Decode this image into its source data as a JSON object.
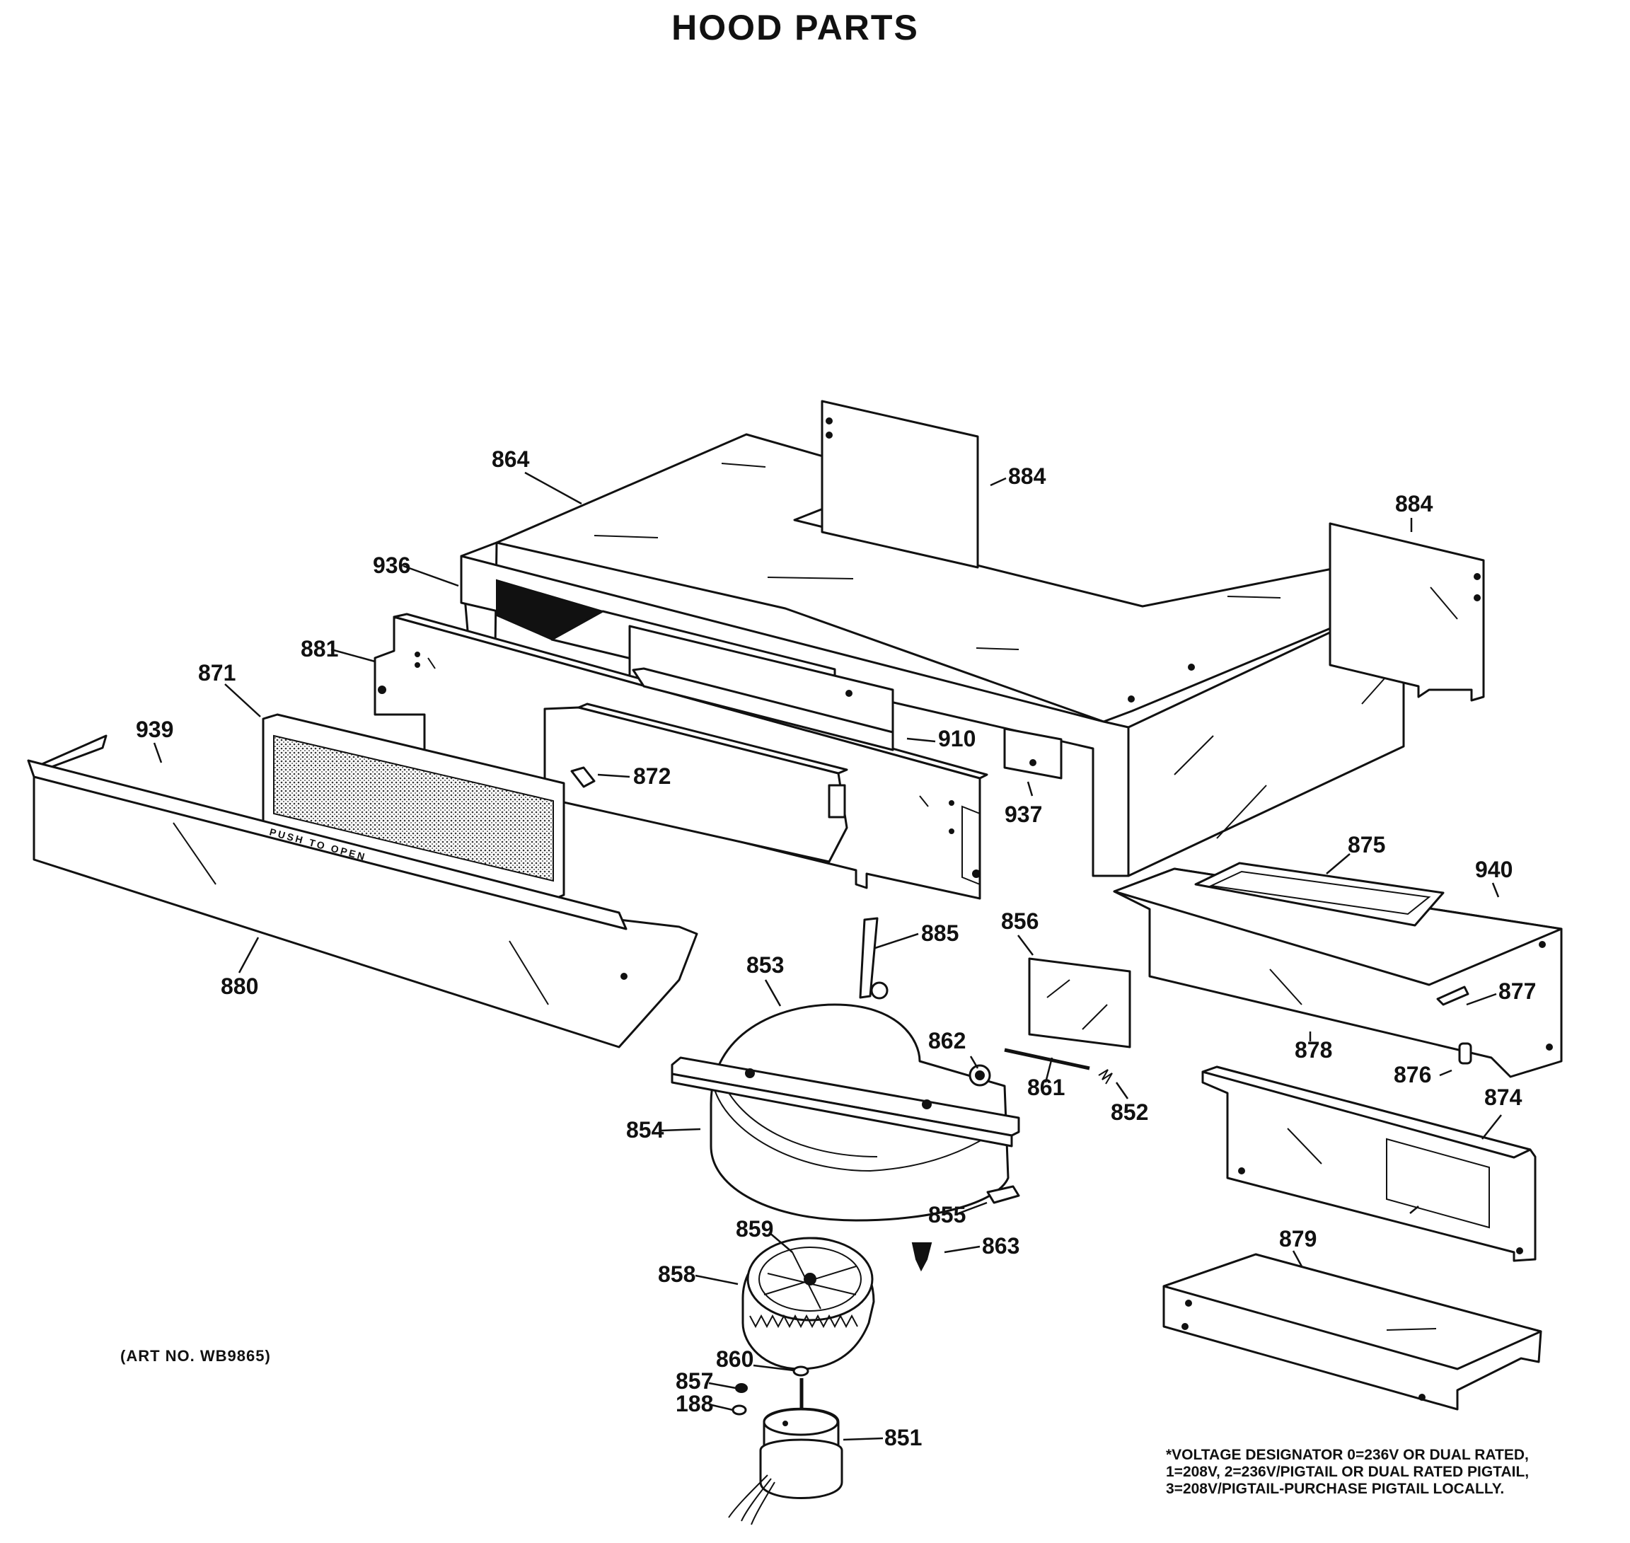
{
  "title": "HOOD PARTS",
  "art_number": "(ART NO. WB9865)",
  "stamp_text": "PUSH TO OPEN",
  "voltage_note": [
    "*VOLTAGE DESIGNATOR 0=236V OR DUAL RATED,",
    "1=208V, 2=236V/PIGTAIL OR DUAL RATED PIGTAIL,",
    "3=208V/PIGTAIL-PURCHASE PIGTAIL LOCALLY."
  ],
  "callouts": {
    "c864": "864",
    "c884a": "884",
    "c884b": "884",
    "c936": "936",
    "c881": "881",
    "c871": "871",
    "c939": "939",
    "c910": "910",
    "c872": "872",
    "c937": "937",
    "c875": "875",
    "c940": "940",
    "c880": "880",
    "c885": "885",
    "c856": "856",
    "c853": "853",
    "c877": "877",
    "c878": "878",
    "c862": "862",
    "c861": "861",
    "c876": "876",
    "c874": "874",
    "c852": "852",
    "c854": "854",
    "c855": "855",
    "c863": "863",
    "c859": "859",
    "c858": "858",
    "c879": "879",
    "c860": "860",
    "c857": "857",
    "c188": "188",
    "c851": "851"
  }
}
